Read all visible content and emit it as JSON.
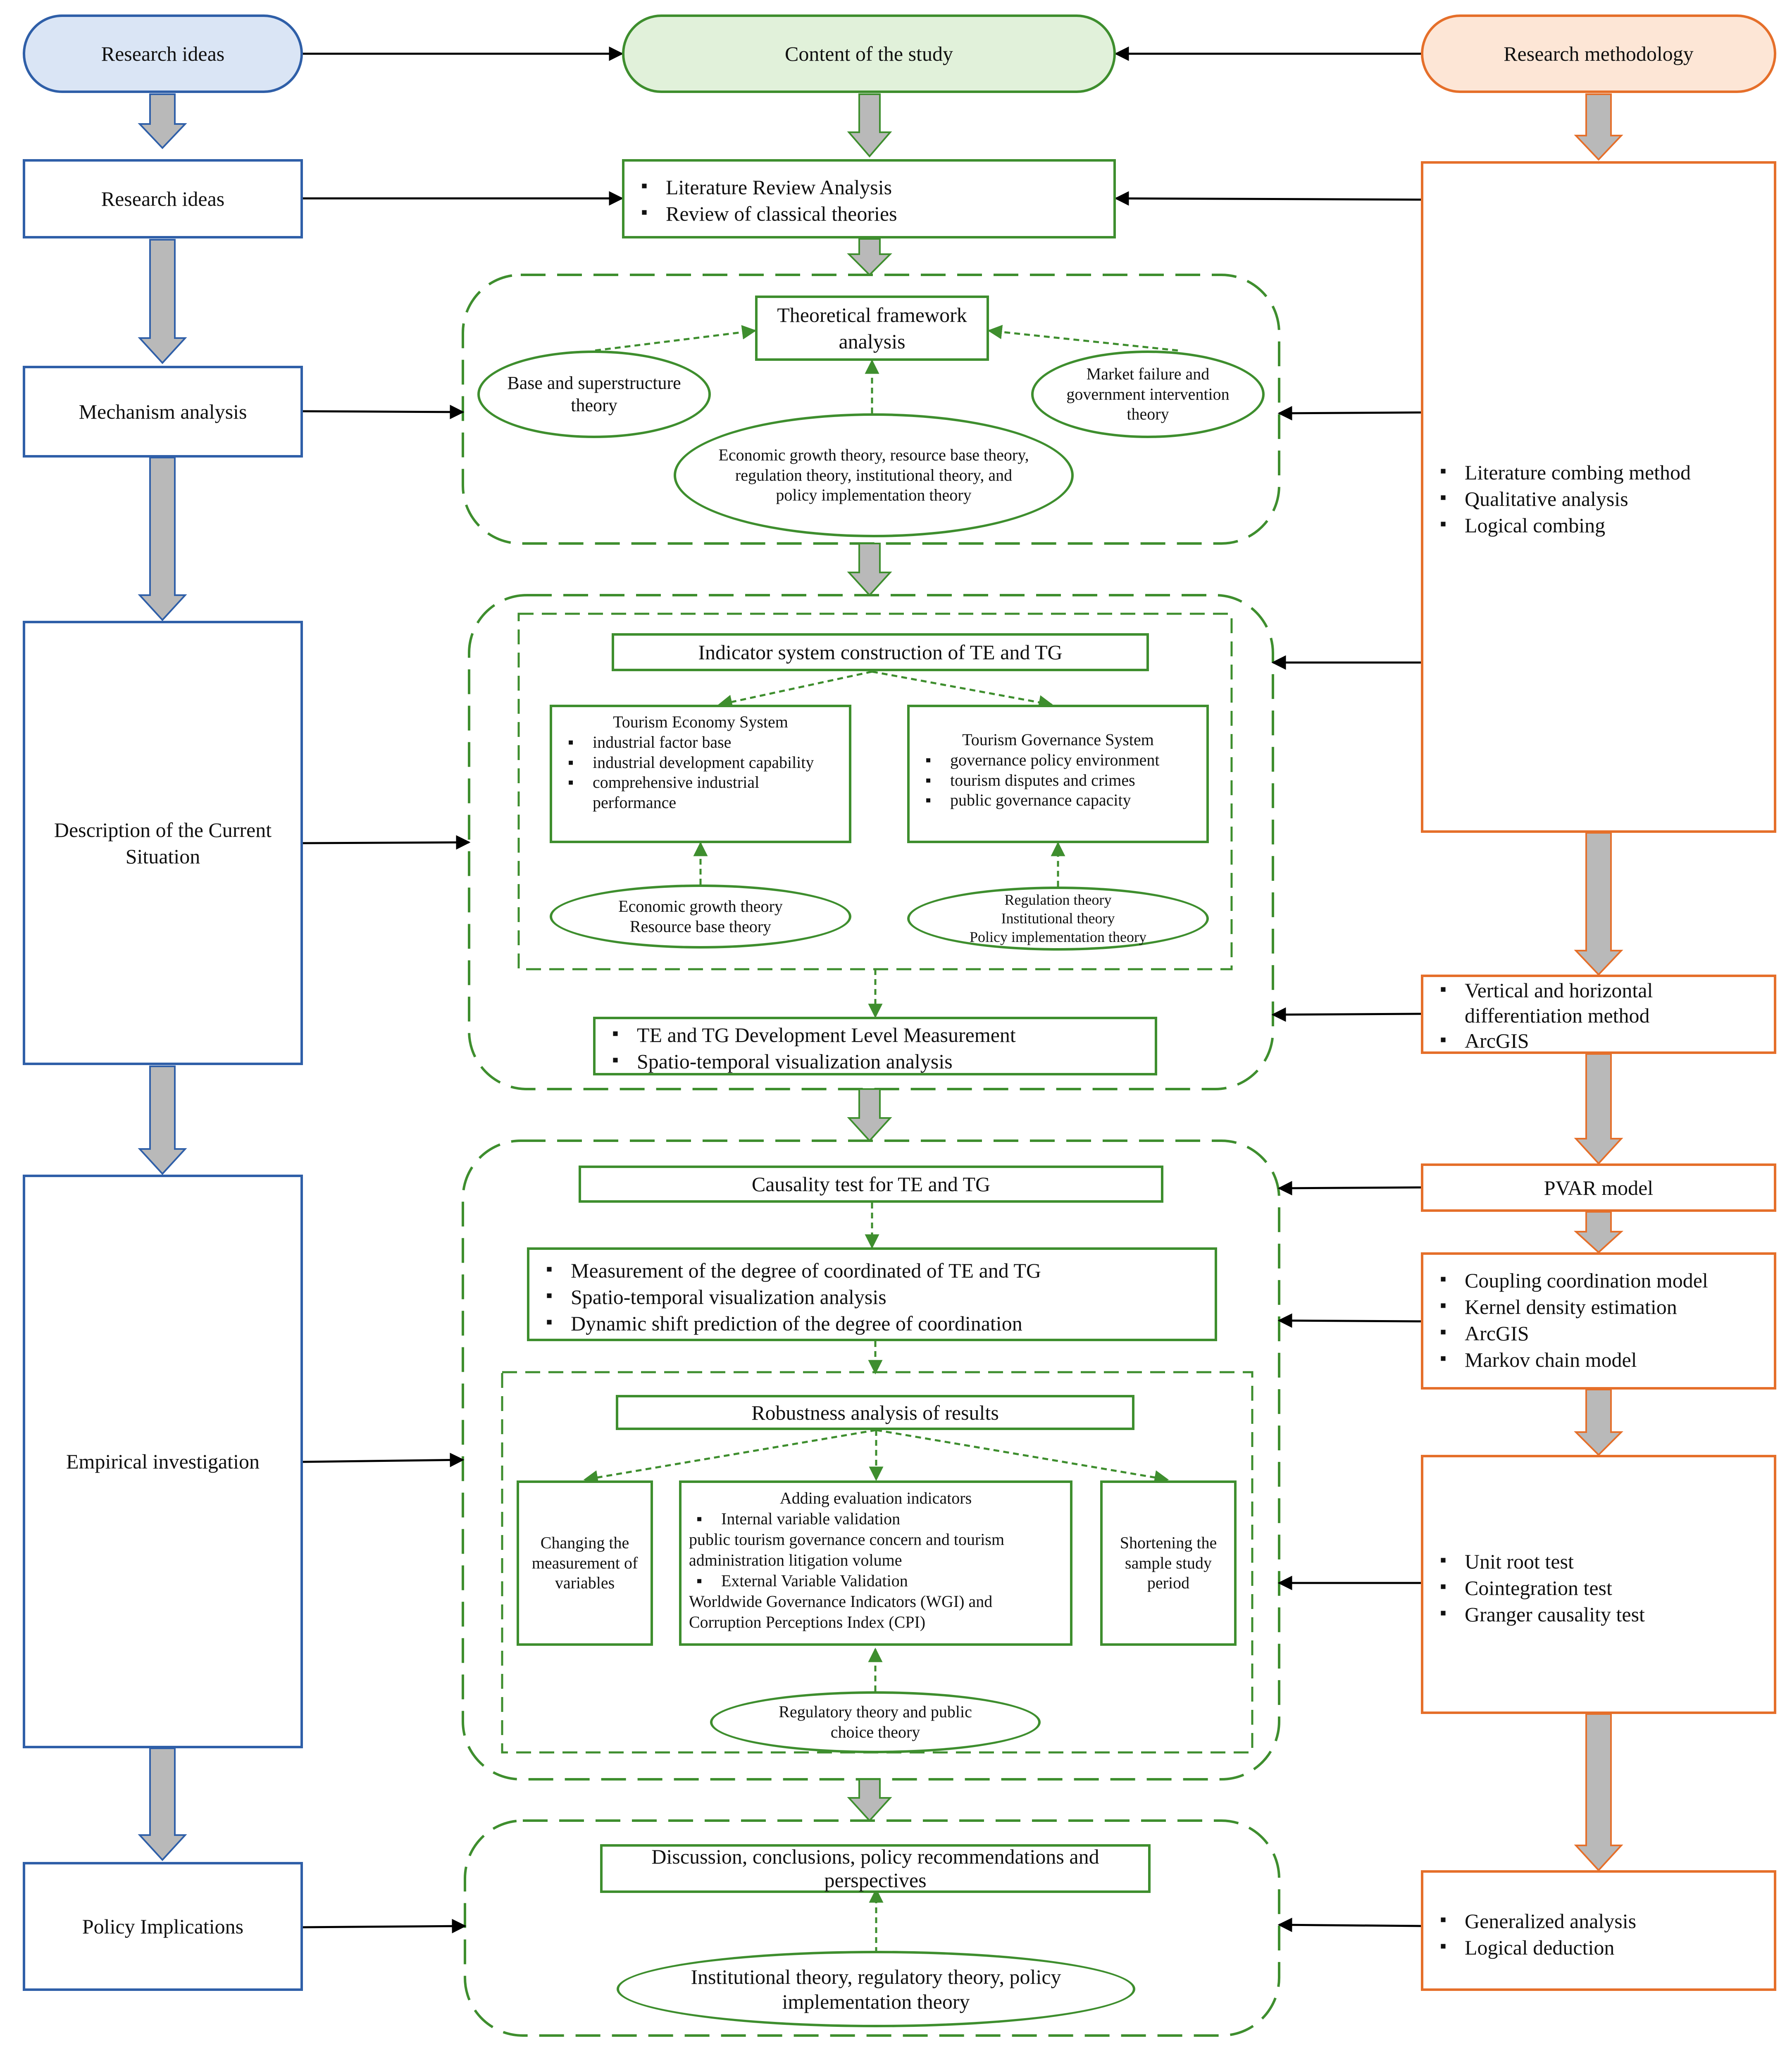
{
  "headers": {
    "left": "Research ideas",
    "center": "Content of the study",
    "right": "Research methodology"
  },
  "left_steps": {
    "s1": "Research ideas",
    "s2": "Mechanism analysis",
    "s3": "Description of the Current Situation",
    "s4": "Empirical investigation",
    "s5": "Policy Implications"
  },
  "center": {
    "literature": [
      "Literature Review Analysis",
      "Review of classical theories"
    ],
    "mechanism": {
      "framework": "Theoretical framework analysis",
      "base": "Base and superstructure theory",
      "market": "Market failure and government intervention theory",
      "economic": "Economic growth theory, resource base theory, regulation theory, institutional theory, and policy implementation theory"
    },
    "current": {
      "indicator": "Indicator system construction of TE and TG",
      "tes_title": "Tourism Economy System",
      "tes_items": [
        "industrial factor base",
        "industrial development capability",
        "comprehensive industrial performance"
      ],
      "tgs_title": "Tourism Governance System",
      "tgs_items": [
        "governance policy environment",
        "tourism disputes and crimes",
        "public governance capacity"
      ],
      "theory_left": [
        "Economic growth theory",
        "Resource base theory"
      ],
      "theory_right": [
        "Regulation theory",
        "Institutional theory",
        "Policy implementation theory"
      ],
      "measurement": [
        "TE and TG Development Level Measurement",
        "Spatio-temporal visualization analysis"
      ]
    },
    "empirical": {
      "causality": "Causality test for TE and TG",
      "coordination": [
        "Measurement of the degree of coordinated of TE and TG",
        "Spatio-temporal visualization analysis",
        "Dynamic shift prediction of the degree of coordination"
      ],
      "robustness": "Robustness analysis of results",
      "changing": "Changing the measurement of variables",
      "adding_title": "Adding evaluation indicators",
      "internal_head": "Internal variable validation",
      "internal_text": "public tourism governance concern and tourism administration litigation volume",
      "external_head": "External Variable Validation",
      "external_text": "Worldwide Governance Indicators (WGI) and Corruption Perceptions Index (CPI)",
      "shortening": "Shortening the sample study period",
      "regulatory": "Regulatory theory and public choice theory"
    },
    "policy": {
      "discussion": "Discussion, conclusions, policy recommendations and perspectives",
      "institutional": "Institutional theory, regulatory theory, policy implementation theory"
    }
  },
  "methods": {
    "m1": [
      "Literature combing method",
      "Qualitative analysis",
      "Logical combing"
    ],
    "m2": [
      "Vertical and horizontal differentiation method",
      "ArcGIS"
    ],
    "m3": "PVAR model",
    "m4": [
      "Coupling coordination model",
      "Kernel density estimation",
      "ArcGIS",
      "Markov chain model"
    ],
    "m5": [
      "Unit root test",
      "Cointegration test",
      "Granger causality test"
    ],
    "m6": [
      "Generalized analysis",
      "Logical deduction"
    ]
  },
  "colors": {
    "left": "#2f5fa8",
    "center": "#3e8e2e",
    "right": "#e56f2a",
    "gray_arrow": "#b9b9b9",
    "connector": "#000000"
  }
}
